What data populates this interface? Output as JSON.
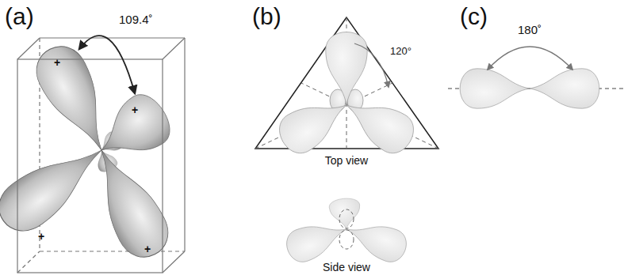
{
  "diagram": {
    "labels": [
      "(a)",
      "109.4˚",
      "+",
      "+",
      "+",
      "+",
      "(b)",
      "120°",
      "Top view",
      "Side view",
      "(c)",
      "180˚"
    ]
  }
}
